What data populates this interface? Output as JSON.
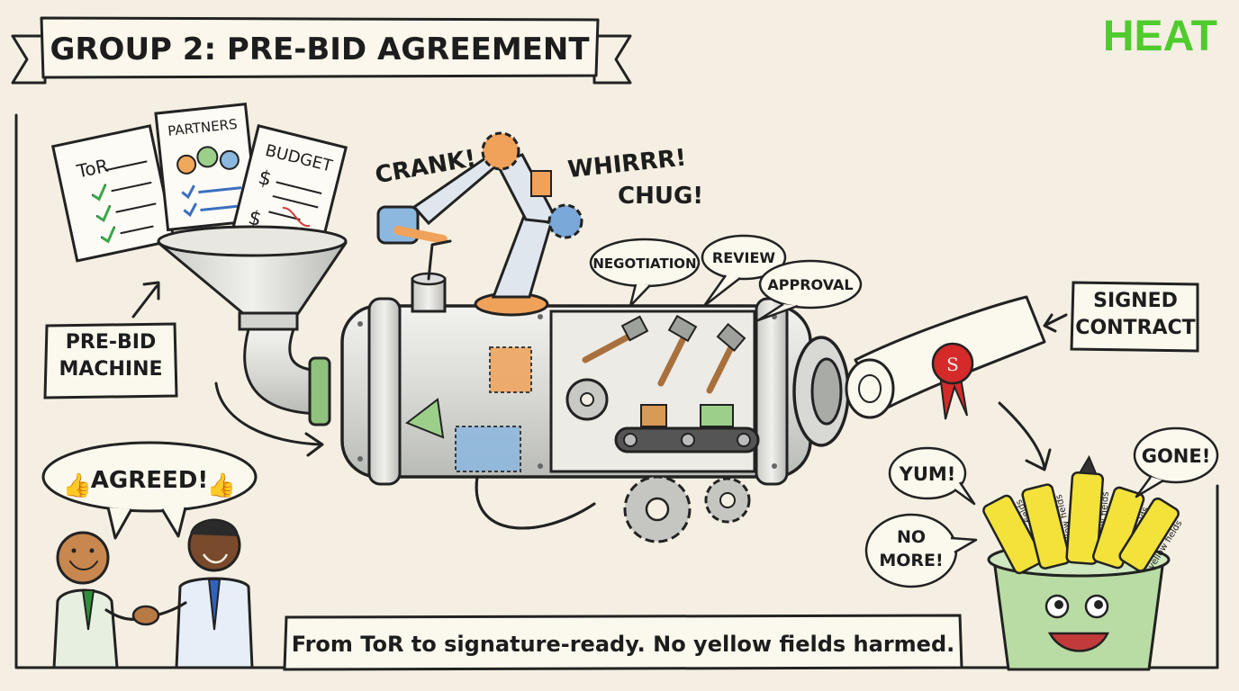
{
  "banner": {
    "title": "GROUP 2: PRE-BID AGREEMENT"
  },
  "brand": {
    "logo_text": "HEAT",
    "color": "#4fcb2e"
  },
  "documents": [
    {
      "title": "ToR"
    },
    {
      "title": "PARTNERS"
    },
    {
      "title": "BUDGET"
    }
  ],
  "machine_label": "PRE-BID MACHINE",
  "sounds": [
    "CRANK!",
    "WHIRRR!",
    "CHUG!"
  ],
  "process_steps": [
    "NEGOTIATION",
    "REVIEW",
    "APPROVAL"
  ],
  "output_label": "SIGNED CONTRACT",
  "agreement_bubble": "AGREED!",
  "bin_bubbles": [
    "YUM!",
    "GONE!",
    "NO MORE!"
  ],
  "highlighter_label": "yellow fields",
  "caption": "From ToR to signature-ready. No yellow fields harmed.",
  "colors": {
    "paper": "#f4efe2",
    "ink": "#222222",
    "patch_orange": "#f0a25a",
    "patch_blue": "#8cb8e0",
    "patch_green": "#9ccf8a",
    "highlighter": "#f2e23a",
    "wax_seal": "#d42a2a",
    "bin_green": "#b9dca5"
  }
}
